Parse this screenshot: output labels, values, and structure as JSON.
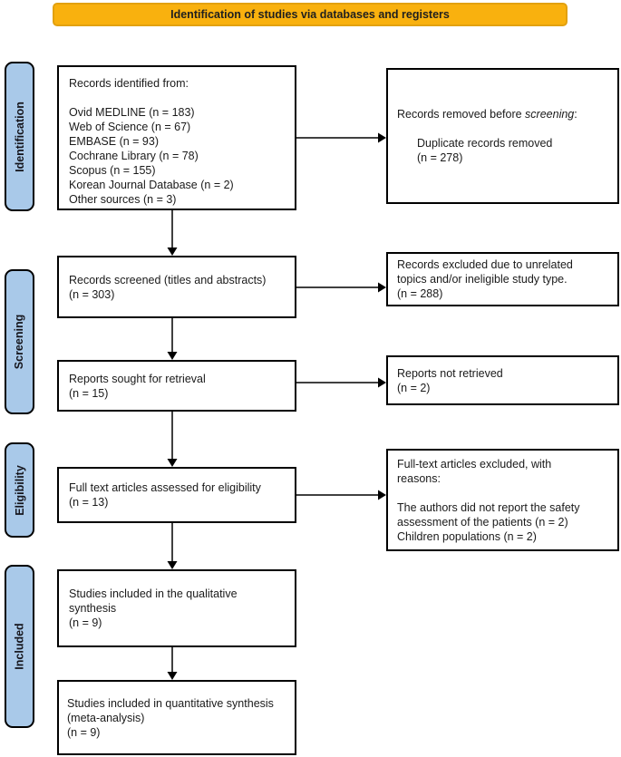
{
  "banner": {
    "label": "Identification of studies via databases and registers"
  },
  "stages": [
    {
      "label": "Identification"
    },
    {
      "label": "Screening"
    },
    {
      "label": "Eligibility"
    },
    {
      "label": "Included"
    }
  ],
  "boxes": {
    "records_identified": {
      "title": "Records identified from:",
      "lines": [
        "Ovid MEDLINE (n = 183)",
        "Web of Science (n = 67)",
        "EMBASE (n = 93)",
        "Cochrane Library (n = 78)",
        "Scopus (n = 155)",
        "Korean Journal Database (n = 2)",
        "Other sources (n = 3)"
      ]
    },
    "records_removed": {
      "title_prefix": "Records removed before ",
      "title_italic": "screening",
      "title_suffix": ":",
      "lines": [
        "Duplicate records removed",
        "(n = 278)"
      ]
    },
    "records_screened": {
      "lines": [
        "Records screened (titles and abstracts)",
        "(n = 303)"
      ]
    },
    "records_excluded": {
      "lines": [
        "Records excluded due to unrelated",
        "topics and/or ineligible study type.",
        "(n = 288)"
      ]
    },
    "reports_sought": {
      "lines": [
        "Reports sought for retrieval",
        "(n = 15)"
      ]
    },
    "reports_not_retrieved": {
      "lines": [
        "Reports not retrieved",
        "(n = 2)"
      ]
    },
    "fulltext_assessed": {
      "lines": [
        "Full text articles assessed for eligibility",
        "(n = 13)"
      ]
    },
    "fulltext_excluded": {
      "title_lines": [
        "Full-text articles excluded, with",
        "reasons:"
      ],
      "lines": [
        "The authors did not report the safety",
        "assessment of the patients (n = 2)",
        "Children populations (n = 2)"
      ]
    },
    "qualitative_synthesis": {
      "lines": [
        "Studies included in the qualitative",
        "synthesis",
        "(n = 9)"
      ]
    },
    "quantitative_synthesis": {
      "lines": [
        "Studies included in quantitative synthesis",
        "(meta-analysis)",
        "(n = 9)"
      ]
    }
  },
  "colors": {
    "banner_fill": "#F9B10E",
    "banner_border": "#E2A110",
    "stage_fill": "#A9C9E9",
    "arrow": "#000000"
  }
}
